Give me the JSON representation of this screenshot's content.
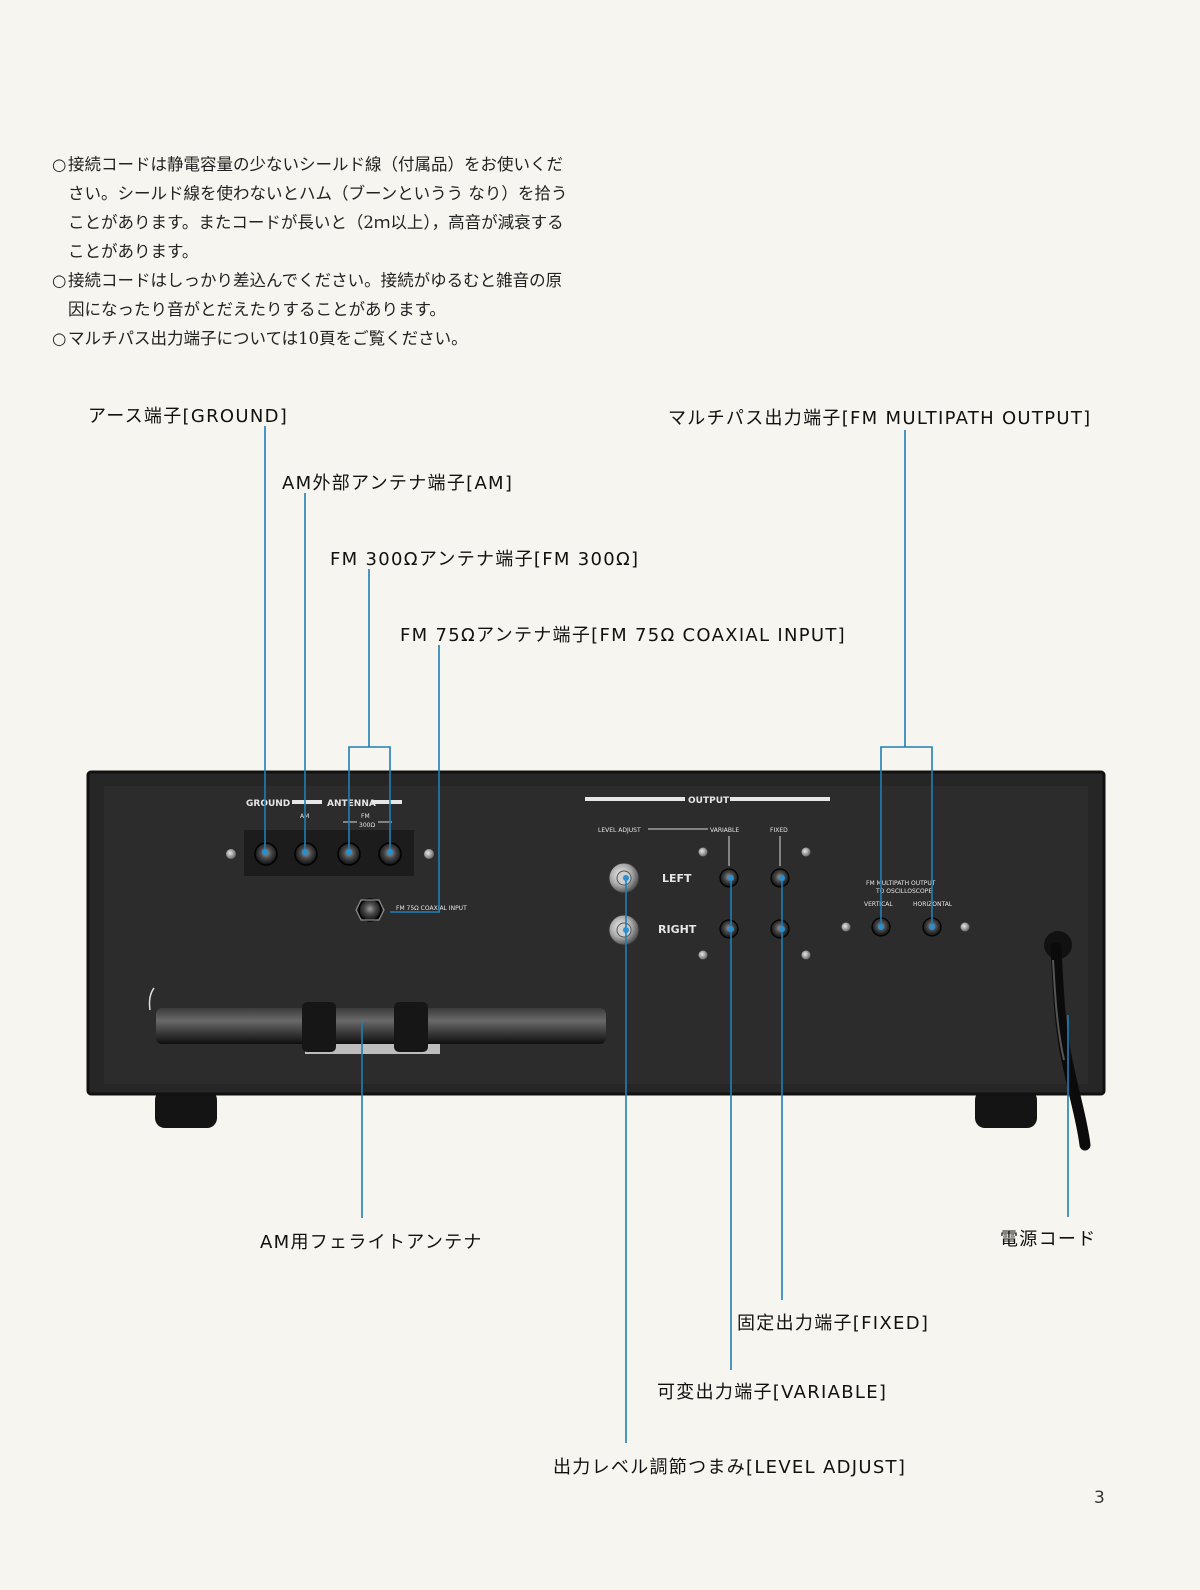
{
  "notes": [
    {
      "marker": "○",
      "text": "接続コードは静電容量の少ないシールド線（付属品）をお使いください。シールド線を使わないとハム（ブーンというう なり）を拾うことがあります。またコードが長いと（2ｍ以上），高音が減衰することがあります。"
    },
    {
      "marker": "○",
      "text": "接続コードはしっかり差込んでください。接続がゆるむと雑音の原因になったり音がとだえたりすることがあります。"
    },
    {
      "marker": "○",
      "text": "マルチパス出力端子については10頁をご覧ください。"
    }
  ],
  "callouts": {
    "ground": "アース端子[GROUND]",
    "am": "AM外部アンテナ端子[AM]",
    "fm300": "FM 300Ωアンテナ端子[FM 300Ω]",
    "fm75": "FM 75Ωアンテナ端子[FM 75Ω COAXIAL INPUT]",
    "multipath": "マルチパス出力端子[FM MULTIPATH OUTPUT]",
    "ferrite": "AM用フェライトアンテナ",
    "power": "電源コード",
    "fixed": "固定出力端子[FIXED]",
    "variable": "可変出力端子[VARIABLE]",
    "level": "出力レベル調節つまみ[LEVEL ADJUST]"
  },
  "panel_labels": {
    "ground": "GROUND",
    "antenna": "ANTENNA",
    "am": "AM",
    "fm": "FM",
    "fm300": "300Ω",
    "coaxial": "FM 75Ω COAXIAL INPUT",
    "output": "OUTPUT",
    "level_adjust": "LEVEL ADJUST",
    "variable": "VARIABLE",
    "fixed": "FIXED",
    "left": "LEFT",
    "right": "RIGHT",
    "multipath1": "FM MULTIPATH OUTPUT",
    "multipath2": "TO OSCILLOSCOPE",
    "vertical": "VERTICAL",
    "horizontal": "HORIZONTAL"
  },
  "page_number": "3",
  "colors": {
    "leader": "#1f7fb5",
    "chassis": "#262626",
    "paper": "#f7f5ef"
  }
}
